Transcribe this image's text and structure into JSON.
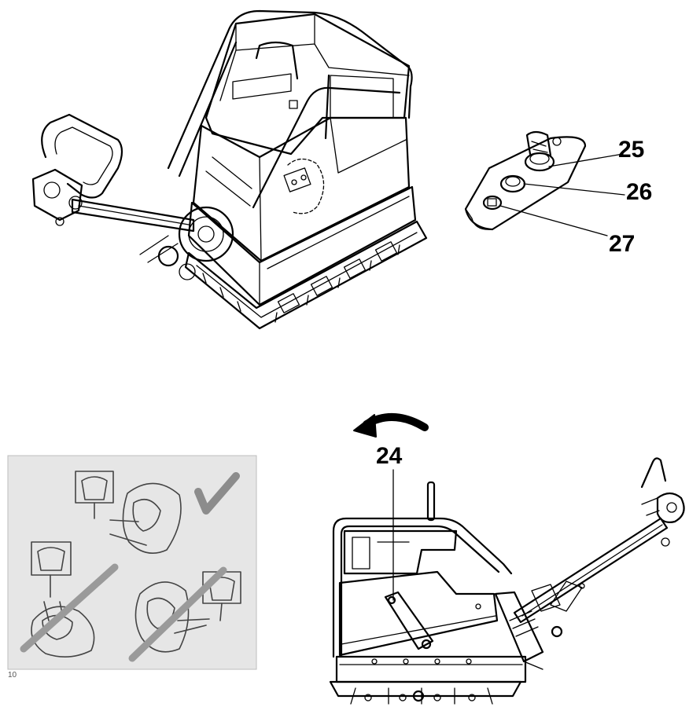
{
  "callouts": {
    "c24": "24",
    "c25": "25",
    "c26": "26",
    "c27": "27"
  },
  "inset": {
    "page_fragment": "10"
  },
  "icons": {
    "check": "checkmark-icon",
    "prohibited": "strike-through-icon",
    "rotate": "rotate-arrow-icon"
  },
  "colors": {
    "line": "#000000",
    "inset_background": "#e6e6e6",
    "check": "#8c8c8c",
    "strike": "#9a9a9a"
  }
}
